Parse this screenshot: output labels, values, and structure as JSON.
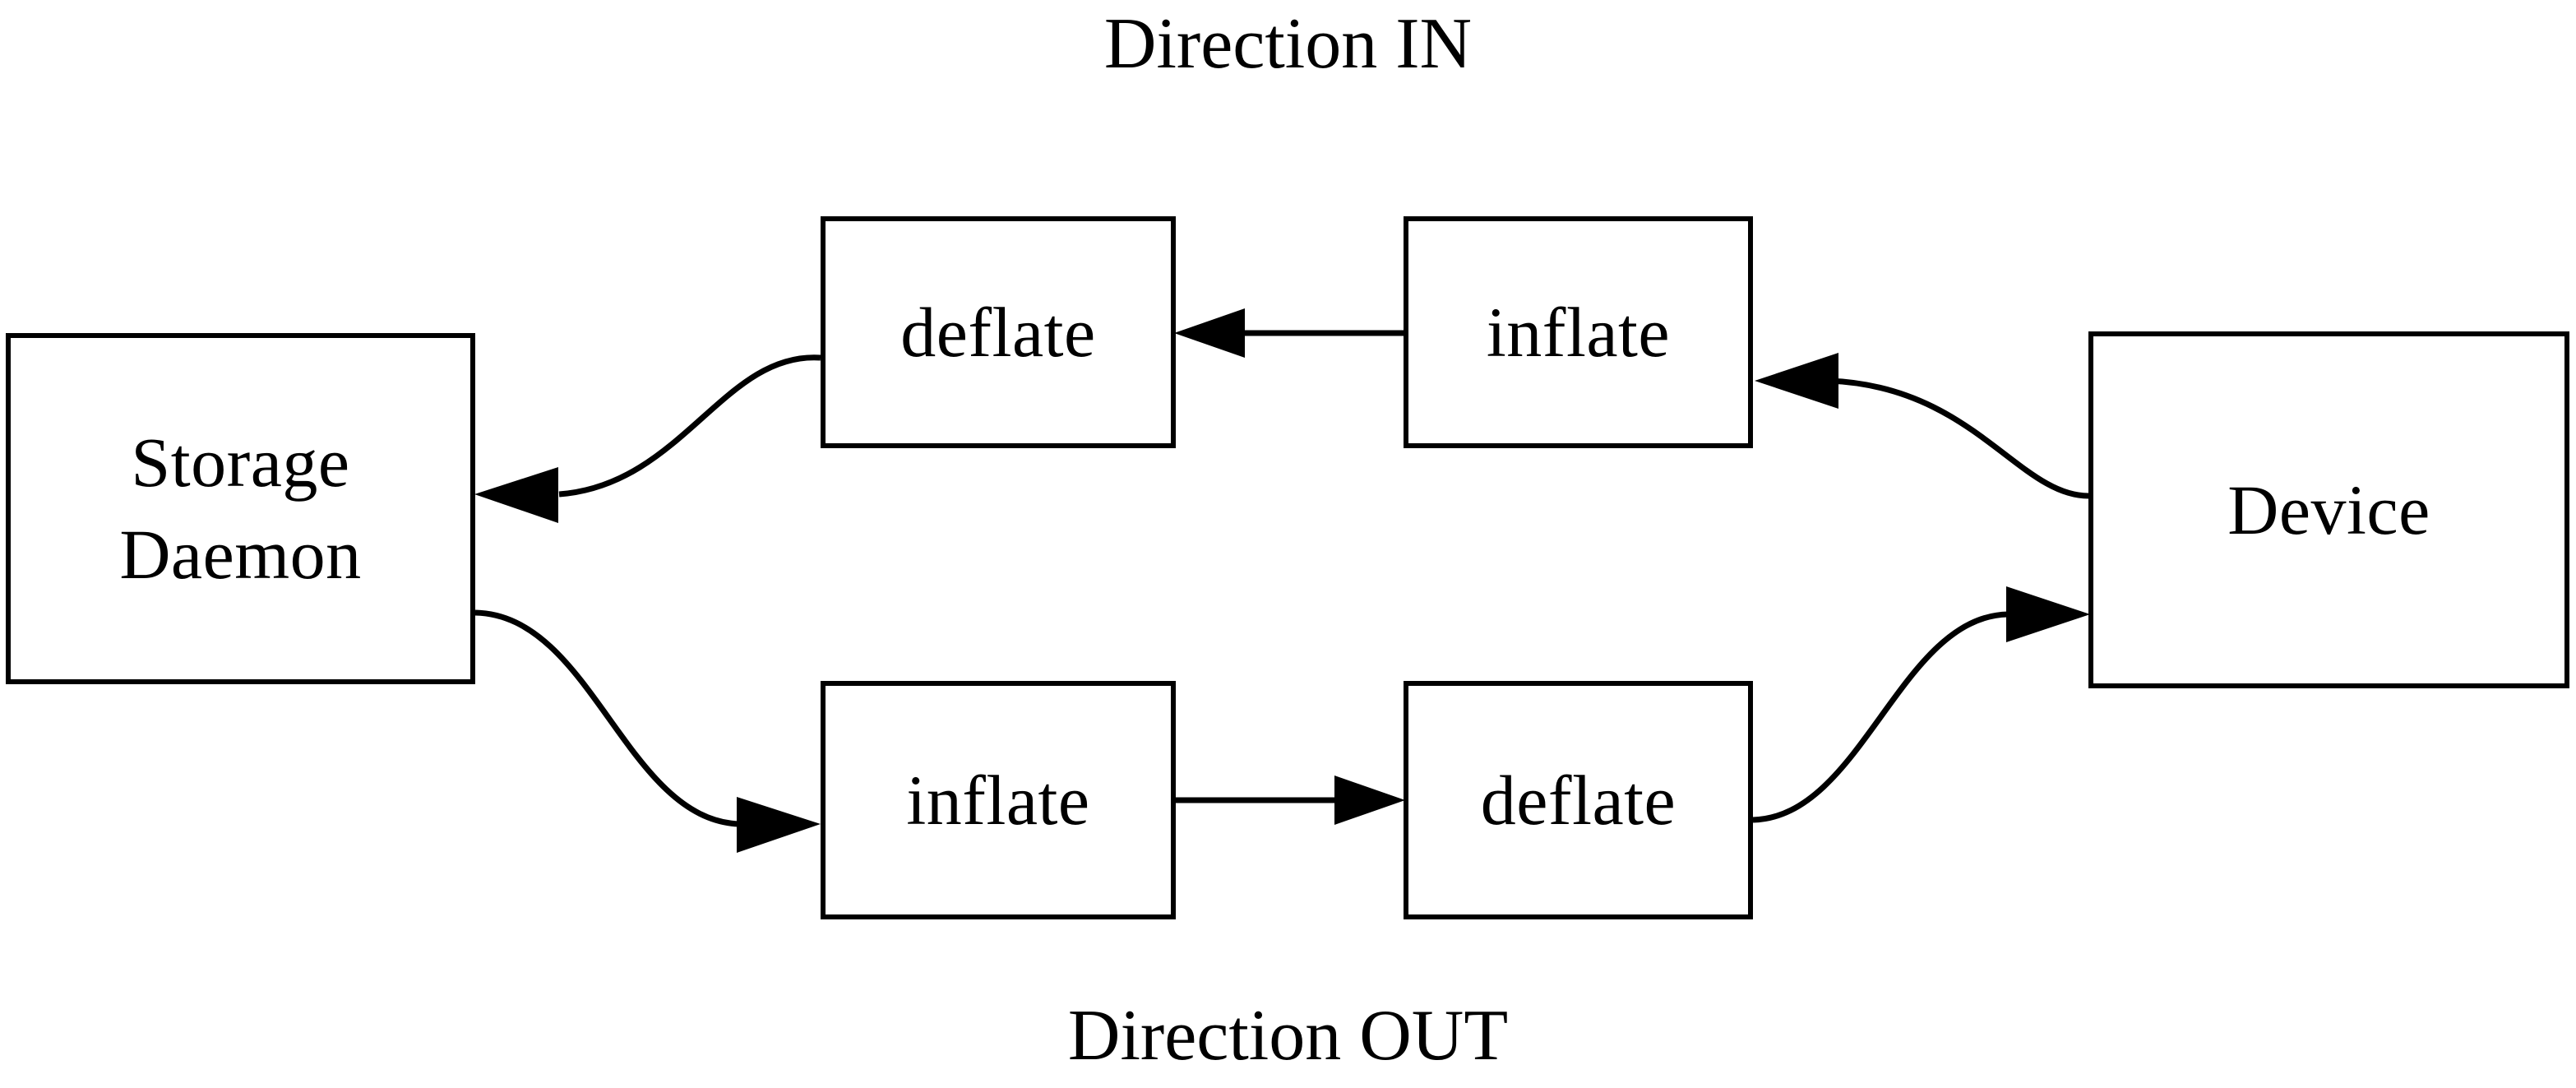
{
  "diagram": {
    "title_top": "Direction IN",
    "title_bottom": "Direction OUT",
    "stroke_color": "#000000",
    "background_color": "#ffffff",
    "nodes": [
      {
        "id": "storage-daemon",
        "line1": "Storage",
        "line2": "Daemon"
      },
      {
        "id": "deflate-in",
        "label": "deflate"
      },
      {
        "id": "inflate-in",
        "label": "inflate"
      },
      {
        "id": "device",
        "label": "Device"
      },
      {
        "id": "inflate-out",
        "label": "inflate"
      },
      {
        "id": "deflate-out",
        "label": "deflate"
      }
    ],
    "edges": [
      {
        "id": "device-to-inflate-in",
        "from": "device",
        "to": "inflate-in",
        "style": "curved",
        "arrowhead": "left"
      },
      {
        "id": "inflate-in-to-deflate-in",
        "from": "inflate-in",
        "to": "deflate-in",
        "style": "straight",
        "arrowhead": "left"
      },
      {
        "id": "deflate-in-to-storage-daemon",
        "from": "deflate-in",
        "to": "storage-daemon",
        "style": "curved",
        "arrowhead": "left"
      },
      {
        "id": "storage-daemon-to-inflate-out",
        "from": "storage-daemon",
        "to": "inflate-out",
        "style": "curved",
        "arrowhead": "right"
      },
      {
        "id": "inflate-out-to-deflate-out",
        "from": "inflate-out",
        "to": "deflate-out",
        "style": "straight",
        "arrowhead": "right"
      },
      {
        "id": "deflate-out-to-device",
        "from": "deflate-out",
        "to": "device",
        "style": "curved",
        "arrowhead": "right"
      }
    ]
  }
}
